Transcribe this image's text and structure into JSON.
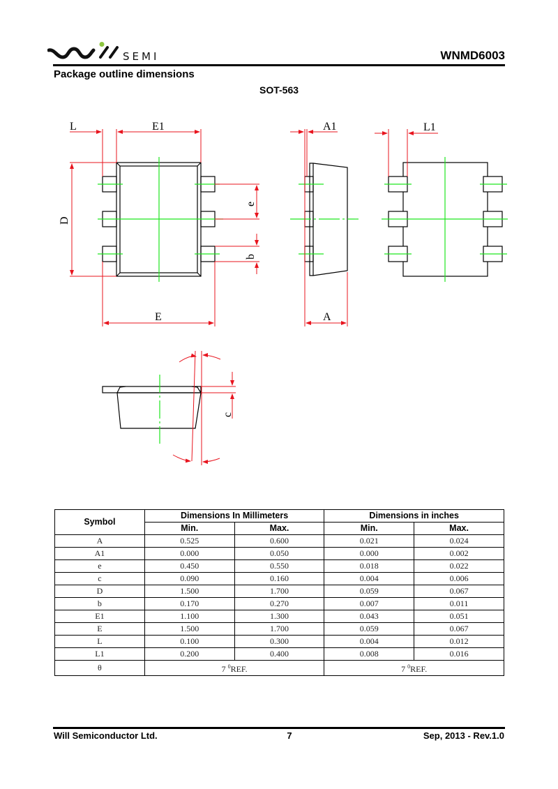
{
  "header": {
    "logo_text": "SEMI",
    "part_number": "WNMD6003",
    "section_title": "Package outline dimensions",
    "package_name": "SOT-563"
  },
  "drawing": {
    "labels": {
      "L": "L",
      "E1": "E1",
      "D": "D",
      "e": "e",
      "b": "b",
      "E": "E",
      "A1": "A1",
      "A": "A",
      "L1": "L1",
      "c": "c"
    },
    "colors": {
      "outline": "#000000",
      "dimension": "#e8141e",
      "centerline": "#1ee61e"
    }
  },
  "table": {
    "header": {
      "symbol": "Symbol",
      "mm_group": "Dimensions In Millimeters",
      "in_group": "Dimensions in inches",
      "min": "Min.",
      "max": "Max."
    },
    "rows": [
      {
        "symbol": "A",
        "mm_min": "0.525",
        "mm_max": "0.600",
        "in_min": "0.021",
        "in_max": "0.024"
      },
      {
        "symbol": "A1",
        "mm_min": "0.000",
        "mm_max": "0.050",
        "in_min": "0.000",
        "in_max": "0.002"
      },
      {
        "symbol": "e",
        "mm_min": "0.450",
        "mm_max": "0.550",
        "in_min": "0.018",
        "in_max": "0.022"
      },
      {
        "symbol": "c",
        "mm_min": "0.090",
        "mm_max": "0.160",
        "in_min": "0.004",
        "in_max": "0.006"
      },
      {
        "symbol": "D",
        "mm_min": "1.500",
        "mm_max": "1.700",
        "in_min": "0.059",
        "in_max": "0.067"
      },
      {
        "symbol": "b",
        "mm_min": "0.170",
        "mm_max": "0.270",
        "in_min": "0.007",
        "in_max": "0.011"
      },
      {
        "symbol": "E1",
        "mm_min": "1.100",
        "mm_max": "1.300",
        "in_min": "0.043",
        "in_max": "0.051"
      },
      {
        "symbol": "E",
        "mm_min": "1.500",
        "mm_max": "1.700",
        "in_min": "0.059",
        "in_max": "0.067"
      },
      {
        "symbol": "L",
        "mm_min": "0.100",
        "mm_max": "0.300",
        "in_min": "0.004",
        "in_max": "0.012"
      },
      {
        "symbol": "L1",
        "mm_min": "0.200",
        "mm_max": "0.400",
        "in_min": "0.008",
        "in_max": "0.016"
      }
    ],
    "theta_row": {
      "symbol": "θ",
      "mm_value": "7",
      "in_value": "7",
      "degree": "0",
      "ref": "REF."
    }
  },
  "footer": {
    "company": "Will Semiconductor Ltd.",
    "page": "7",
    "date_rev": "Sep, 2013 - Rev.1.0"
  }
}
